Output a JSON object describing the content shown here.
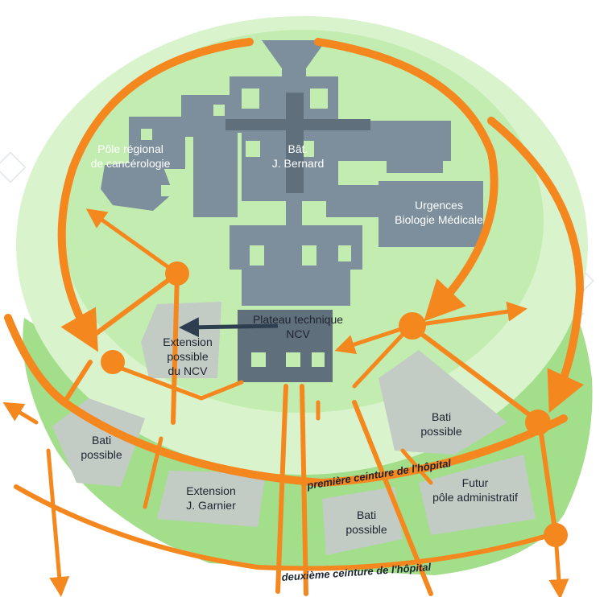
{
  "colors": {
    "road": "#f5871f",
    "lawn_light": "#d6f2c8",
    "lawn_mid": "#c4ecb2",
    "lawn_band": "#9edc86",
    "building": "#7d8f9c",
    "building_dark": "#5f6f7b",
    "plot": "#c3cbc5",
    "arrow_dark": "#2c3e50"
  },
  "labels": {
    "pole_regional_1": "Pôle régional",
    "pole_regional_2": "de cancérologie",
    "bat_bernard_1": "Bât.",
    "bat_bernard_2": "J. Bernard",
    "urgences_1": "Urgences",
    "urgences_2": "Biologie Médicale",
    "plateau_1": "Plateau technique",
    "plateau_2": "NCV",
    "extension_ncv_1": "Extension",
    "extension_ncv_2": "possible",
    "extension_ncv_3": "du NCV",
    "bati_left_1": "Bati",
    "bati_left_2": "possible",
    "extension_garnier_1": "Extension",
    "extension_garnier_2": "J. Garnier",
    "bati_center_1": "Bati",
    "bati_center_2": "possible",
    "bati_right_1": "Bati",
    "bati_right_2": "possible",
    "futur_1": "Futur",
    "futur_2": "pôle administratif",
    "premiere_ceinture": "première ceinture de l'hôpital",
    "deuxieme_ceinture": "deuxième ceinture de l'hôpital"
  }
}
